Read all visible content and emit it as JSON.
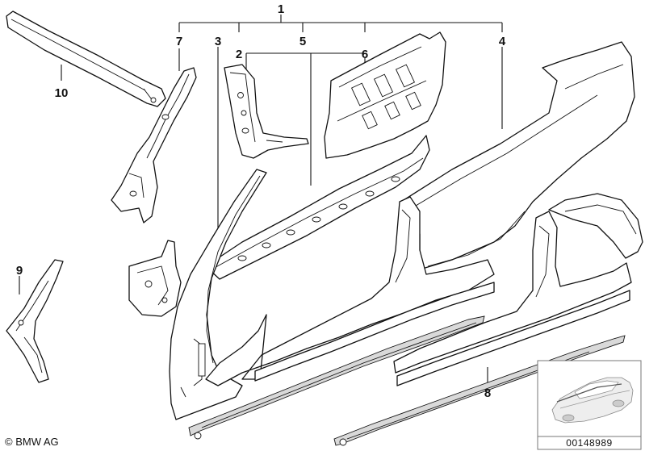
{
  "callouts": {
    "c1": "1",
    "c2": "2",
    "c3": "3",
    "c4": "4",
    "c5": "5",
    "c6": "6",
    "c7": "7",
    "c8": "8",
    "c9": "9",
    "c10": "10"
  },
  "footer": {
    "copyright": "© BMW AG",
    "document_number": "00148989"
  }
}
